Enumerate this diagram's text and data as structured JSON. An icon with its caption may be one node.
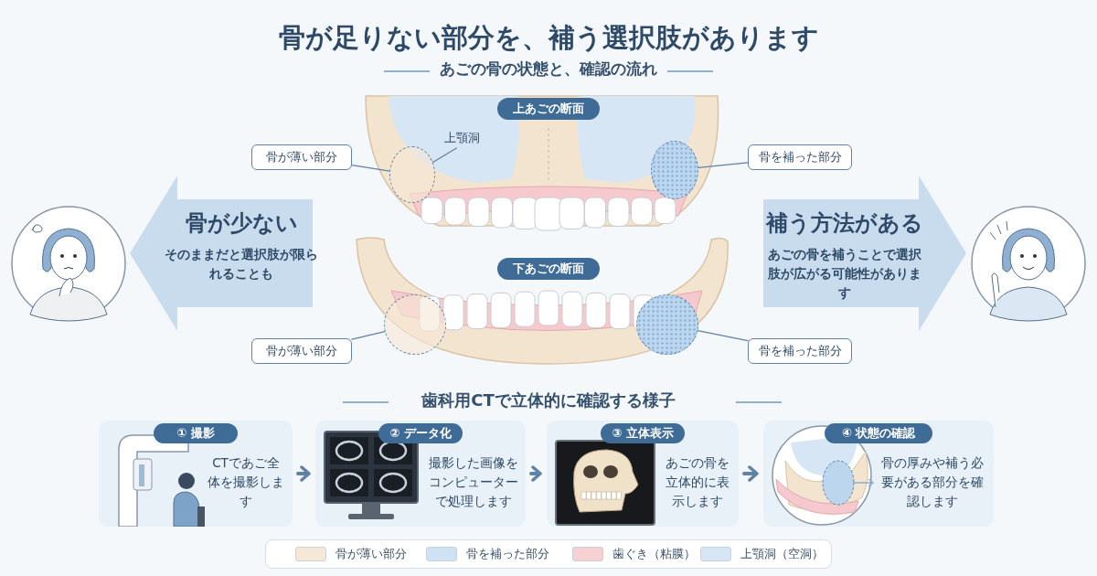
{
  "diagram": {
    "title": "骨が足りない部分を、補う選択肢があります",
    "nodes": [
      {
        "text": [
          "上あごの断面"
        ]
      },
      {
        "text": [
          "骨が薄い部分"
        ]
      },
      {
        "text": [],
        "shape": "circle"
      },
      {
        "text": [
          "上顎洞"
        ]
      },
      {
        "text": [
          "骨を補った部分"
        ]
      },
      {
        "text": [],
        "shape": "circle"
      },
      {
        "text": [
          "下あごの断面"
        ]
      },
      {
        "text": [
          "骨が薄い部分"
        ]
      },
      {
        "text": [],
        "shape": "circle"
      },
      {
        "text": [
          "骨を補った部分"
        ]
      },
      {
        "text": [],
        "shape": "circle"
      },
      {
        "text": [
          "骨が少ない",
          "そのままだと選択肢が限られることも"
        ]
      },
      {
        "text": [
          "補う方法がある",
          "あごの骨を補うことで選択肢が広がる可能性があります"
        ]
      },
      {
        "text": [
          "① 撮影",
          "CTであご全体を撮影します"
        ]
      },
      {
        "text": [
          "② データ化",
          "撮影した画像をコンピューターで処理します"
        ]
      },
      {
        "text": [
          "③ 立体表示",
          "あごの骨を立体的に表示します"
        ]
      },
      {
        "text": [
          "④ 状態の確認",
          "骨の厚みや補う必要がある部分を確認します"
        ]
      }
    ],
    "edges": [
      {
        "from": 1,
        "to": 2,
        "arrow": "none"
      },
      {
        "from": 3,
        "to": 2,
        "arrow": "none"
      },
      {
        "from": 4,
        "to": 5,
        "arrow": "none"
      },
      {
        "from": 7,
        "to": 8,
        "arrow": "none"
      },
      {
        "from": 9,
        "to": 10,
        "arrow": "none"
      },
      {
        "from": 13,
        "to": 14,
        "arrow": "to",
        "style": "thick"
      },
      {
        "from": 14,
        "to": 15,
        "arrow": "to",
        "style": "thick"
      },
      {
        "from": 15,
        "to": 16,
        "arrow": "to",
        "style": "thick"
      }
    ],
    "labels": [
      "あごの骨の状態と、確認の流れ",
      "歯科用CTで立体的に確認する様子"
    ],
    "legend": [
      {
        "text": "骨が薄い部分",
        "color": "#f6e8d6"
      },
      {
        "text": "骨を補った部分",
        "color": "#cfe2f3"
      },
      {
        "text": "歯ぐき（粘膜）",
        "color": "#f7d0d3"
      },
      {
        "text": "上顎洞（空洞）",
        "color": "#d7e6f4"
      }
    ]
  }
}
